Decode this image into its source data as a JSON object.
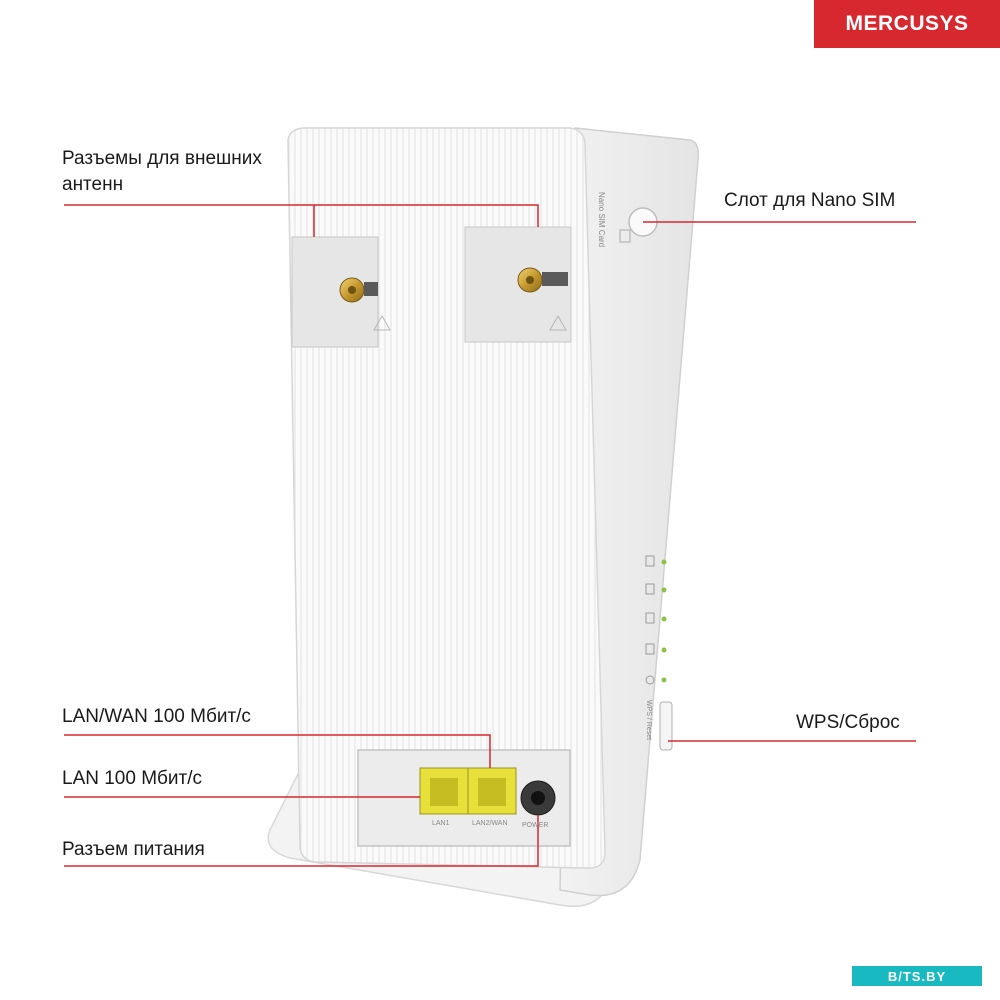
{
  "brand": {
    "name": "MERCUSYS",
    "color": "#d7282f"
  },
  "labels": {
    "antenna": "Разъемы для внешних\nантенн",
    "sim": "Слот для Nano SIM",
    "lan_wan": "LAN/WAN 100 Мбит/с",
    "lan": "LAN 100 Мбит/с",
    "power": "Разъем питания",
    "wps": "WPS/Сброс"
  },
  "device_markings": {
    "sim_card": "Nano SIM Card",
    "port_lan": "LAN1",
    "port_lanwan": "LAN2/WAN",
    "port_power": "POWER",
    "wps_reset": "WPS / Reset"
  },
  "indicators": [
    "signal-icon",
    "wifi-icon",
    "internet-icon",
    "lan-icon",
    "power-icon"
  ],
  "led_color": "#8bc34a",
  "port_color": "#e8e03a",
  "leader_line_color": "#d7282f",
  "watermark": "B/TS.BY"
}
